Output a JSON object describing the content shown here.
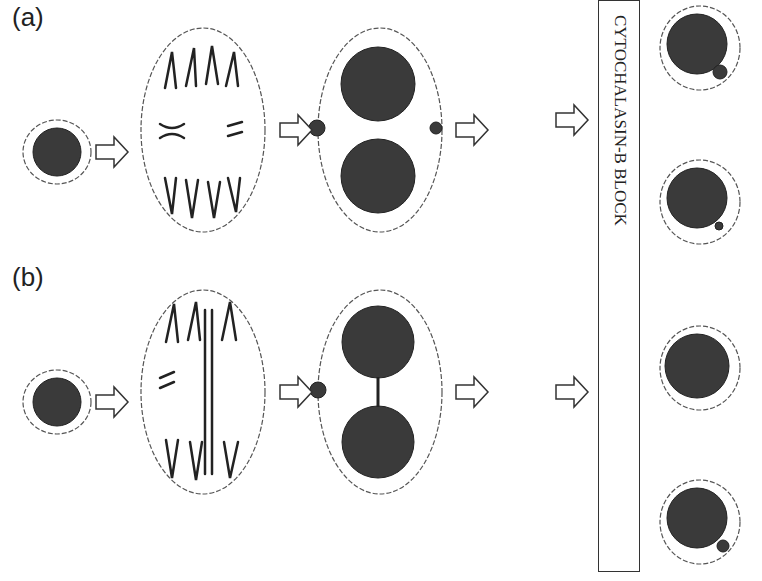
{
  "diagram": {
    "nodes": [
      {
        "text": [
          "CYTOCHALASIN-B BLOCK"
        ]
      }
    ],
    "labels": [
      "(a)",
      "(b)"
    ]
  }
}
